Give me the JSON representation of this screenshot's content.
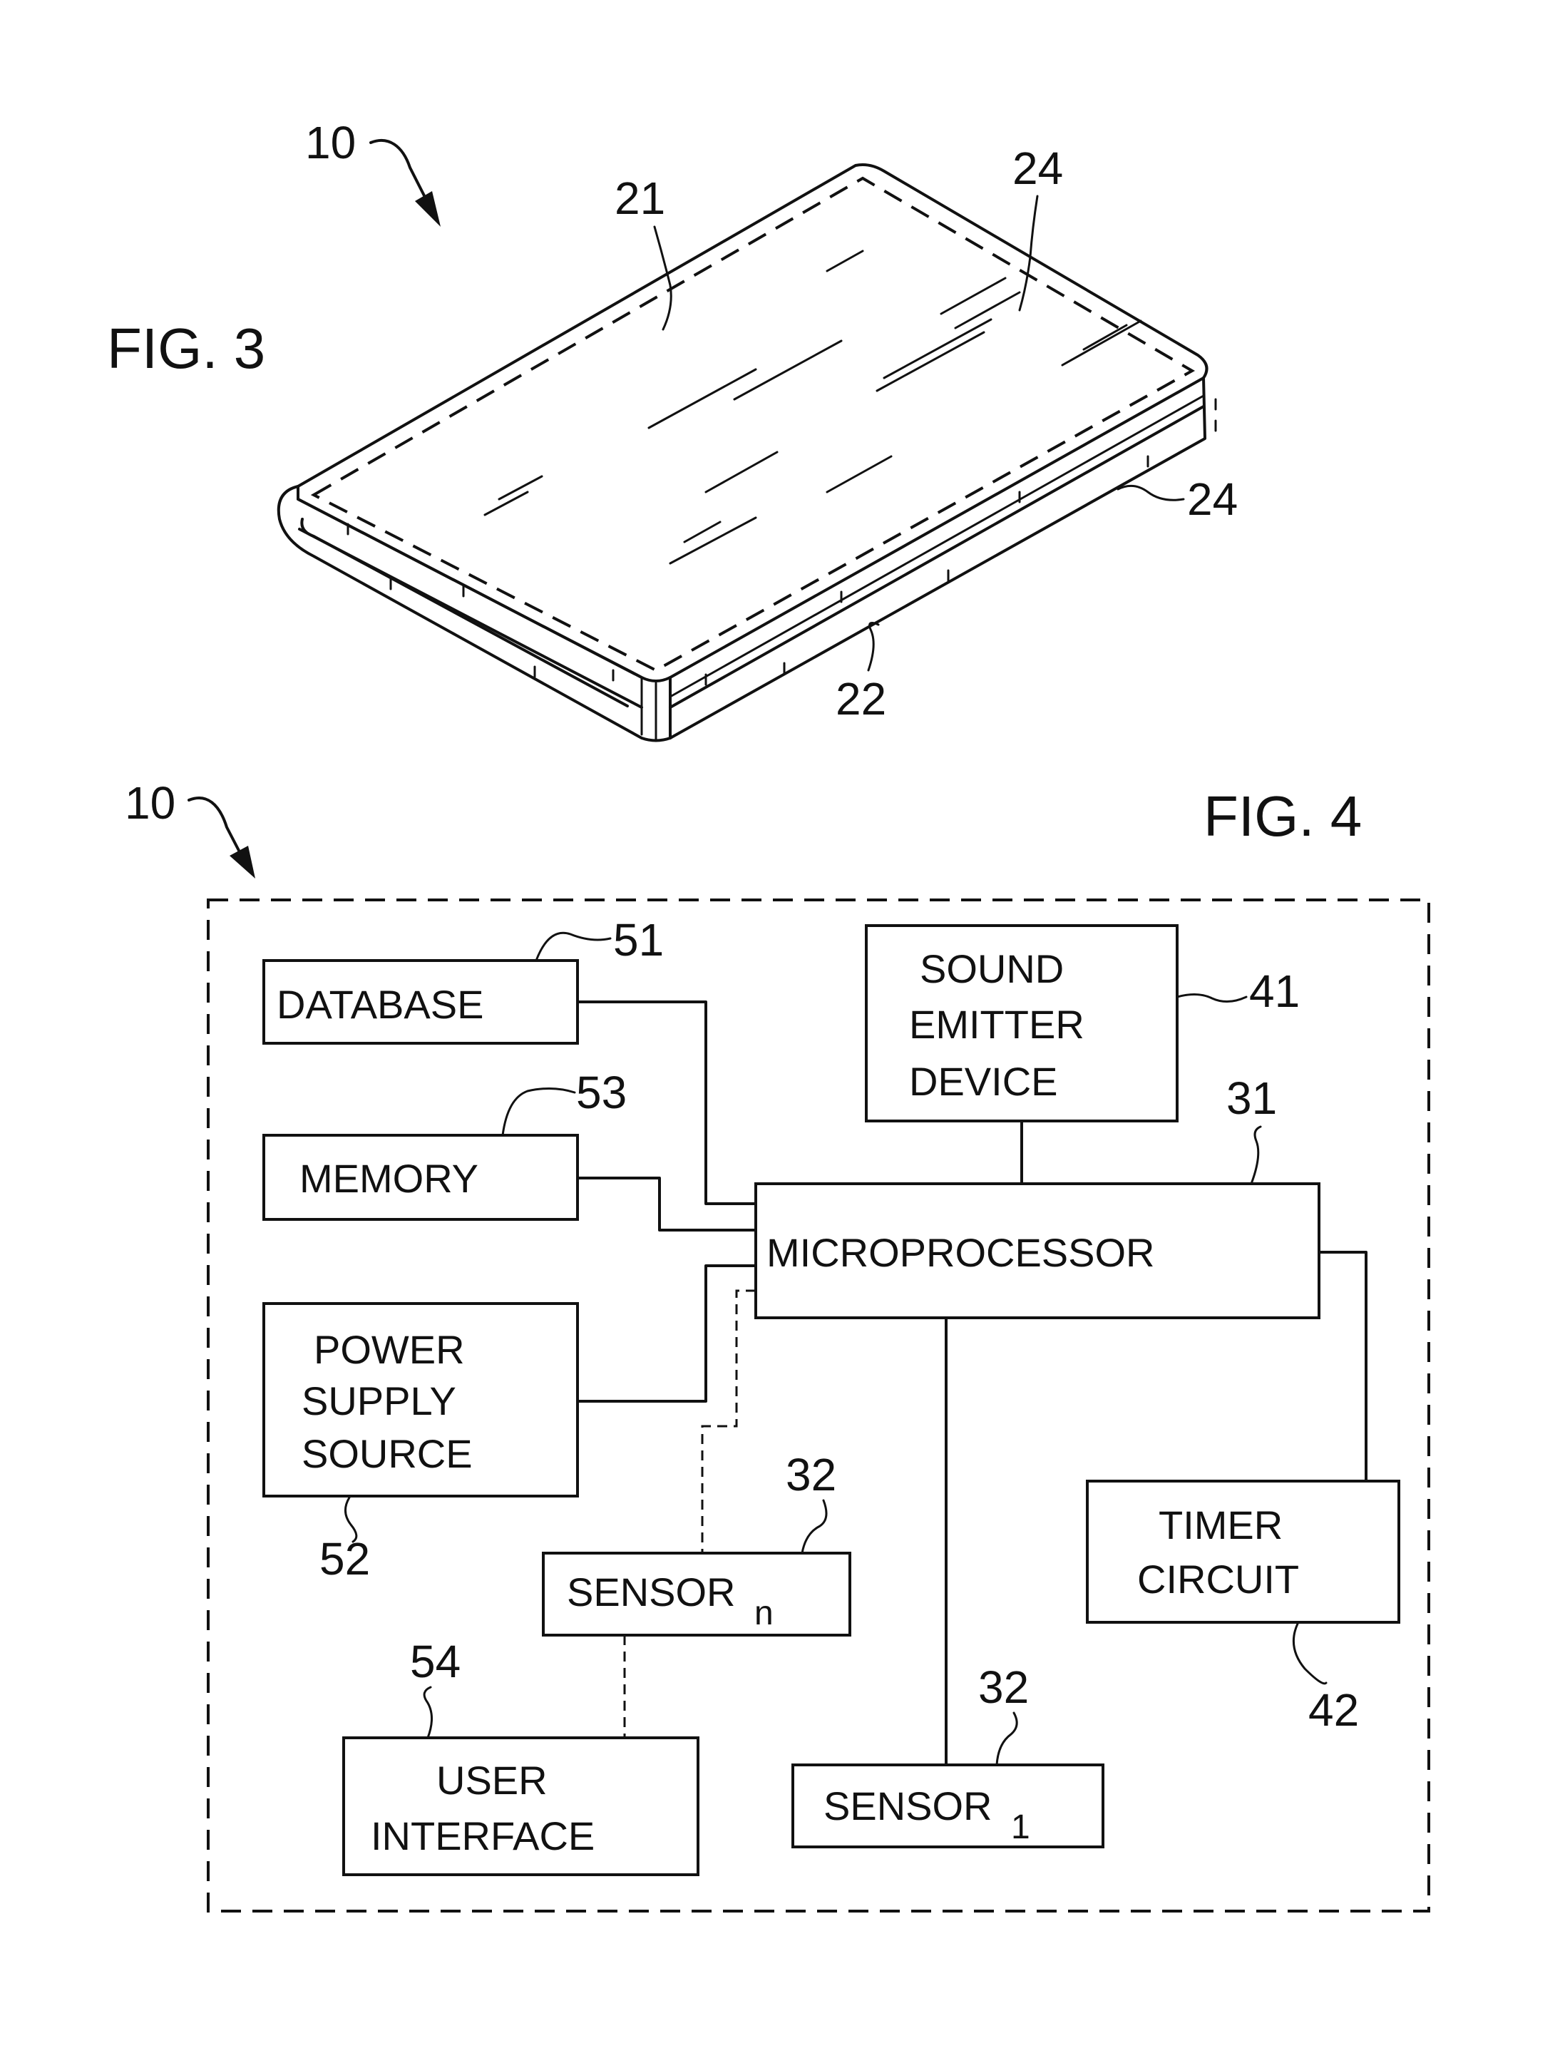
{
  "fig3": {
    "title": "FIG. 3",
    "refs": {
      "device": "10",
      "top_face": "21",
      "bottom_edge": "22",
      "top_edge": "24",
      "side_edge": "24"
    }
  },
  "fig4": {
    "title": "FIG. 4",
    "refs": {
      "device": "10",
      "database": "51",
      "memory": "53",
      "power": "52",
      "sound": "41",
      "micro": "31",
      "sensor_n": "32",
      "sensor_1": "32",
      "timer": "42",
      "ui": "54"
    },
    "blocks": {
      "database": "DATABASE",
      "memory": "MEMORY",
      "power_l1": "POWER",
      "power_l2": "SUPPLY",
      "power_l3": "SOURCE",
      "sound_l1": "SOUND",
      "sound_l2": "EMITTER",
      "sound_l3": "DEVICE",
      "micro": "MICROPROCESSOR",
      "timer_l1": "TIMER",
      "timer_l2": "CIRCUIT",
      "sensor_n": "SENSOR",
      "sensor_n_sub": "n",
      "sensor_1": "SENSOR",
      "sensor_1_sub": "1",
      "ui_l1": "USER",
      "ui_l2": "INTERFACE"
    }
  }
}
